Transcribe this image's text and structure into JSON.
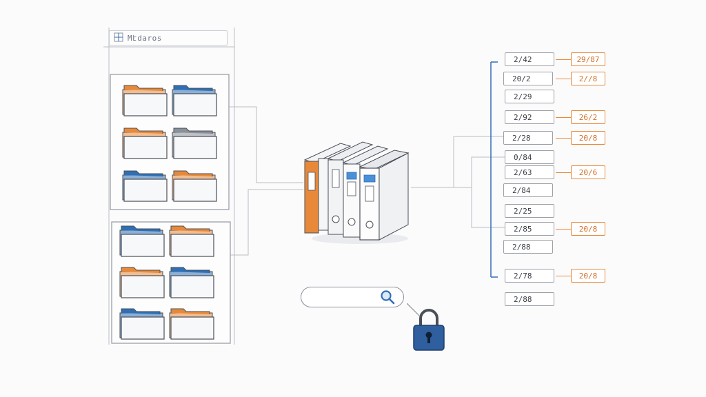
{
  "title_tab": {
    "label": "Mէdaros"
  },
  "colors": {
    "orange": "#e8893a",
    "blue": "#2f6fb5",
    "gray": "#8a9099"
  },
  "left_panels": [
    {
      "folders": [
        "orange",
        "blue",
        "orange",
        "gray",
        "blue",
        "orange"
      ]
    },
    {
      "folders": [
        "blue",
        "orange",
        "orange",
        "blue",
        "blue",
        "orange"
      ]
    }
  ],
  "date_list": [
    {
      "date": "2/42",
      "tag": "29/87"
    },
    {
      "date": "20/2",
      "tag": "2//8"
    },
    {
      "date": "2/29",
      "tag": ""
    },
    {
      "date": "2/92",
      "tag": "26/2"
    },
    {
      "date": "2/28",
      "tag": "20/8"
    },
    {
      "date": "0/84",
      "tag": ""
    },
    {
      "date": "2/63",
      "tag": "20/6"
    },
    {
      "date": "2/84",
      "tag": ""
    },
    {
      "date": "2/25",
      "tag": ""
    },
    {
      "date": "2/85",
      "tag": "20/8"
    },
    {
      "date": "2/88",
      "tag": ""
    },
    {
      "date": "2/78",
      "tag": "20/8"
    },
    {
      "date": "2/88",
      "tag": ""
    }
  ],
  "icons": {
    "binders": "binders-icon",
    "search": "search-icon",
    "lock": "padlock-icon"
  }
}
